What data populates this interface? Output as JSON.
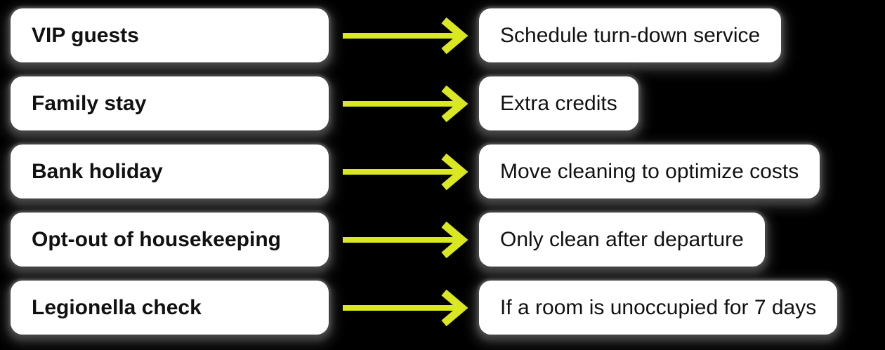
{
  "colors": {
    "background": "#000000",
    "box_background": "#ffffff",
    "text": "#111111",
    "arrow": "#d9e821",
    "shadow_grain": "#6a6a6a"
  },
  "arrow": {
    "color": "#d9e821",
    "direction": "right"
  },
  "diagram": {
    "rows": [
      {
        "trigger": "VIP guests",
        "action": "Schedule turn-down service"
      },
      {
        "trigger": "Family stay",
        "action": "Extra credits"
      },
      {
        "trigger": "Bank holiday",
        "action": "Move cleaning to optimize costs"
      },
      {
        "trigger": "Opt-out of housekeeping",
        "action": "Only clean after departure"
      },
      {
        "trigger": "Legionella check",
        "action": "If a room is unoccupied for 7 days"
      }
    ]
  }
}
